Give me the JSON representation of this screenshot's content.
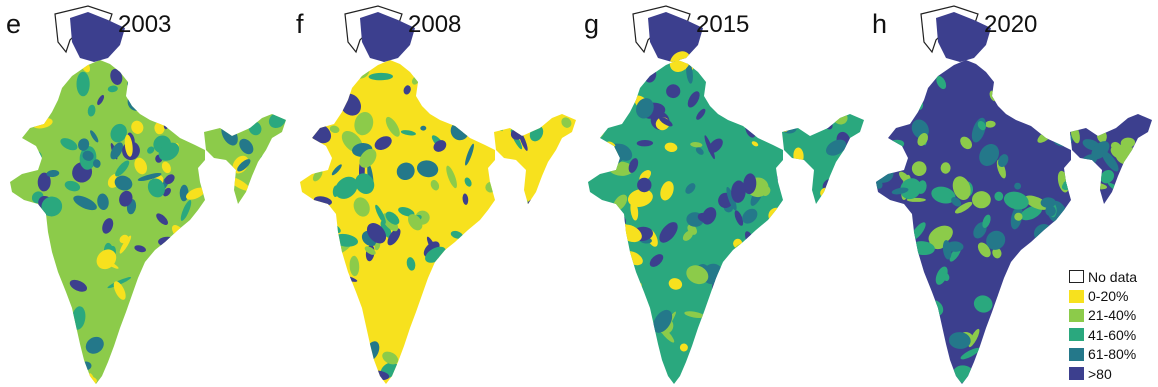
{
  "colors": {
    "no_data": "#ffffff",
    "class_0_20": "#f7e11e",
    "class_21_40": "#8ccb4a",
    "class_41_60": "#2aa87e",
    "class_61_80": "#24788a",
    "class_over_80": "#3c3f8e",
    "outline": "#222222"
  },
  "panels": [
    {
      "letter": "e",
      "year": "2003",
      "dominant_class": "class_21_40",
      "mix": [
        "class_0_20",
        "class_41_60",
        "class_61_80",
        "class_over_80"
      ]
    },
    {
      "letter": "f",
      "year": "2008",
      "dominant_class": "class_0_20",
      "mix": [
        "class_21_40",
        "class_41_60",
        "class_61_80",
        "class_over_80"
      ]
    },
    {
      "letter": "g",
      "year": "2015",
      "dominant_class": "class_41_60",
      "mix": [
        "class_21_40",
        "class_61_80",
        "class_over_80",
        "class_0_20"
      ]
    },
    {
      "letter": "h",
      "year": "2020",
      "dominant_class": "class_over_80",
      "mix": [
        "class_61_80",
        "class_41_60",
        "class_21_40"
      ]
    }
  ],
  "legend": {
    "items": [
      {
        "label": "No data",
        "color_key": "no_data"
      },
      {
        "label": "0-20%",
        "color_key": "class_0_20"
      },
      {
        "label": "21-40%",
        "color_key": "class_21_40"
      },
      {
        "label": "41-60%",
        "color_key": "class_41_60"
      },
      {
        "label": "61-80%",
        "color_key": "class_61_80"
      },
      {
        "label": ">80",
        "color_key": "class_over_80"
      }
    ]
  }
}
